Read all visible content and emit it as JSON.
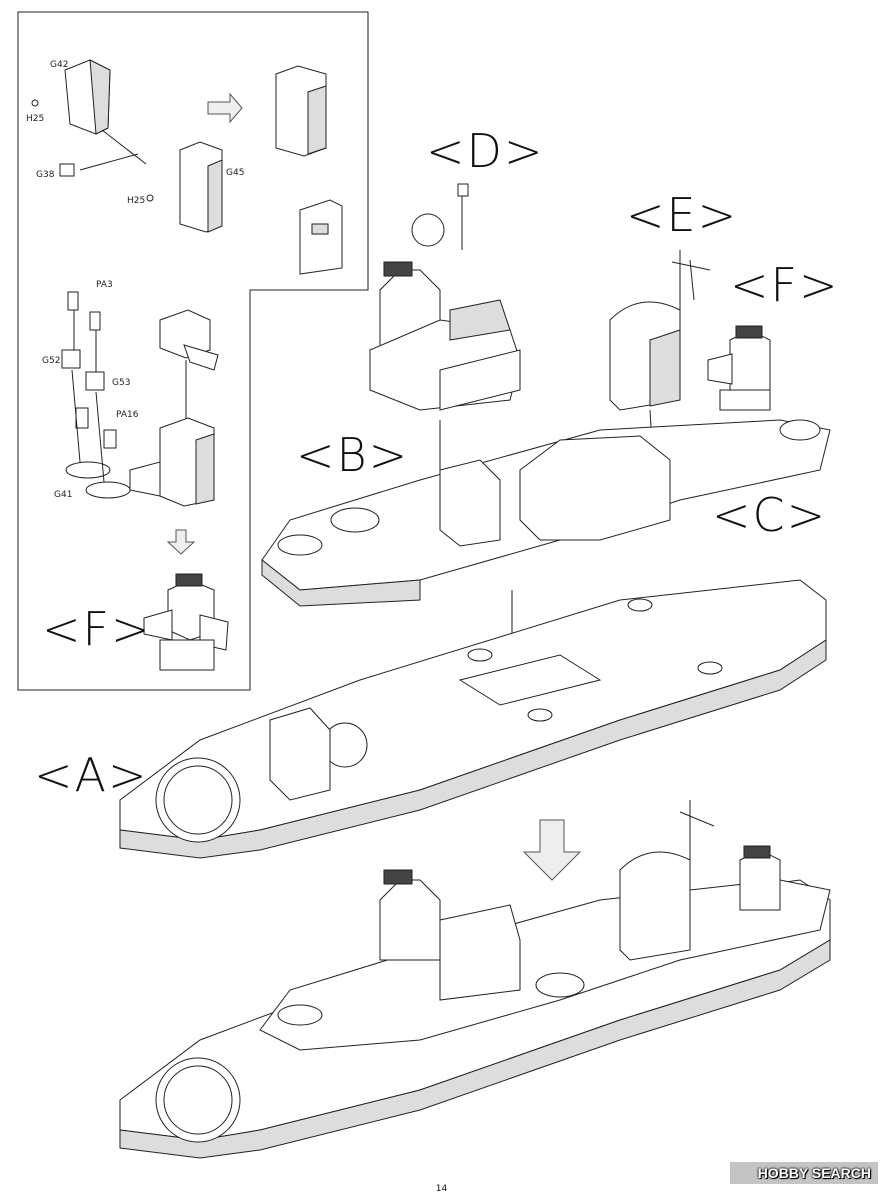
{
  "parts": {
    "g42": "G42",
    "h25_a": "H25",
    "g38": "G38",
    "h25_b": "H25",
    "g45": "G45",
    "pa3": "PA3",
    "g52": "G52",
    "g53": "G53",
    "pa16": "PA16",
    "g41": "G41"
  },
  "section_labels": {
    "a": "<A>",
    "b": "<B>",
    "c": "<C>",
    "d": "<D>",
    "e": "<E>",
    "f_main": "<F>",
    "f_sub": "<F>"
  },
  "page_number": "14",
  "watermark": "HOBBY SEARCH"
}
